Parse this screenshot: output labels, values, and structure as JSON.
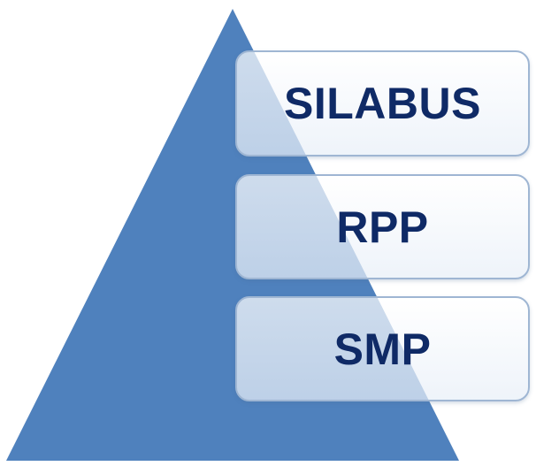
{
  "levels": [
    {
      "label": "SILABUS"
    },
    {
      "label": "RPP"
    },
    {
      "label": "SMP"
    }
  ],
  "colors": {
    "pyramid": "#4f81bd",
    "box_border": "#9fb6d3",
    "text": "#0f2a66"
  }
}
